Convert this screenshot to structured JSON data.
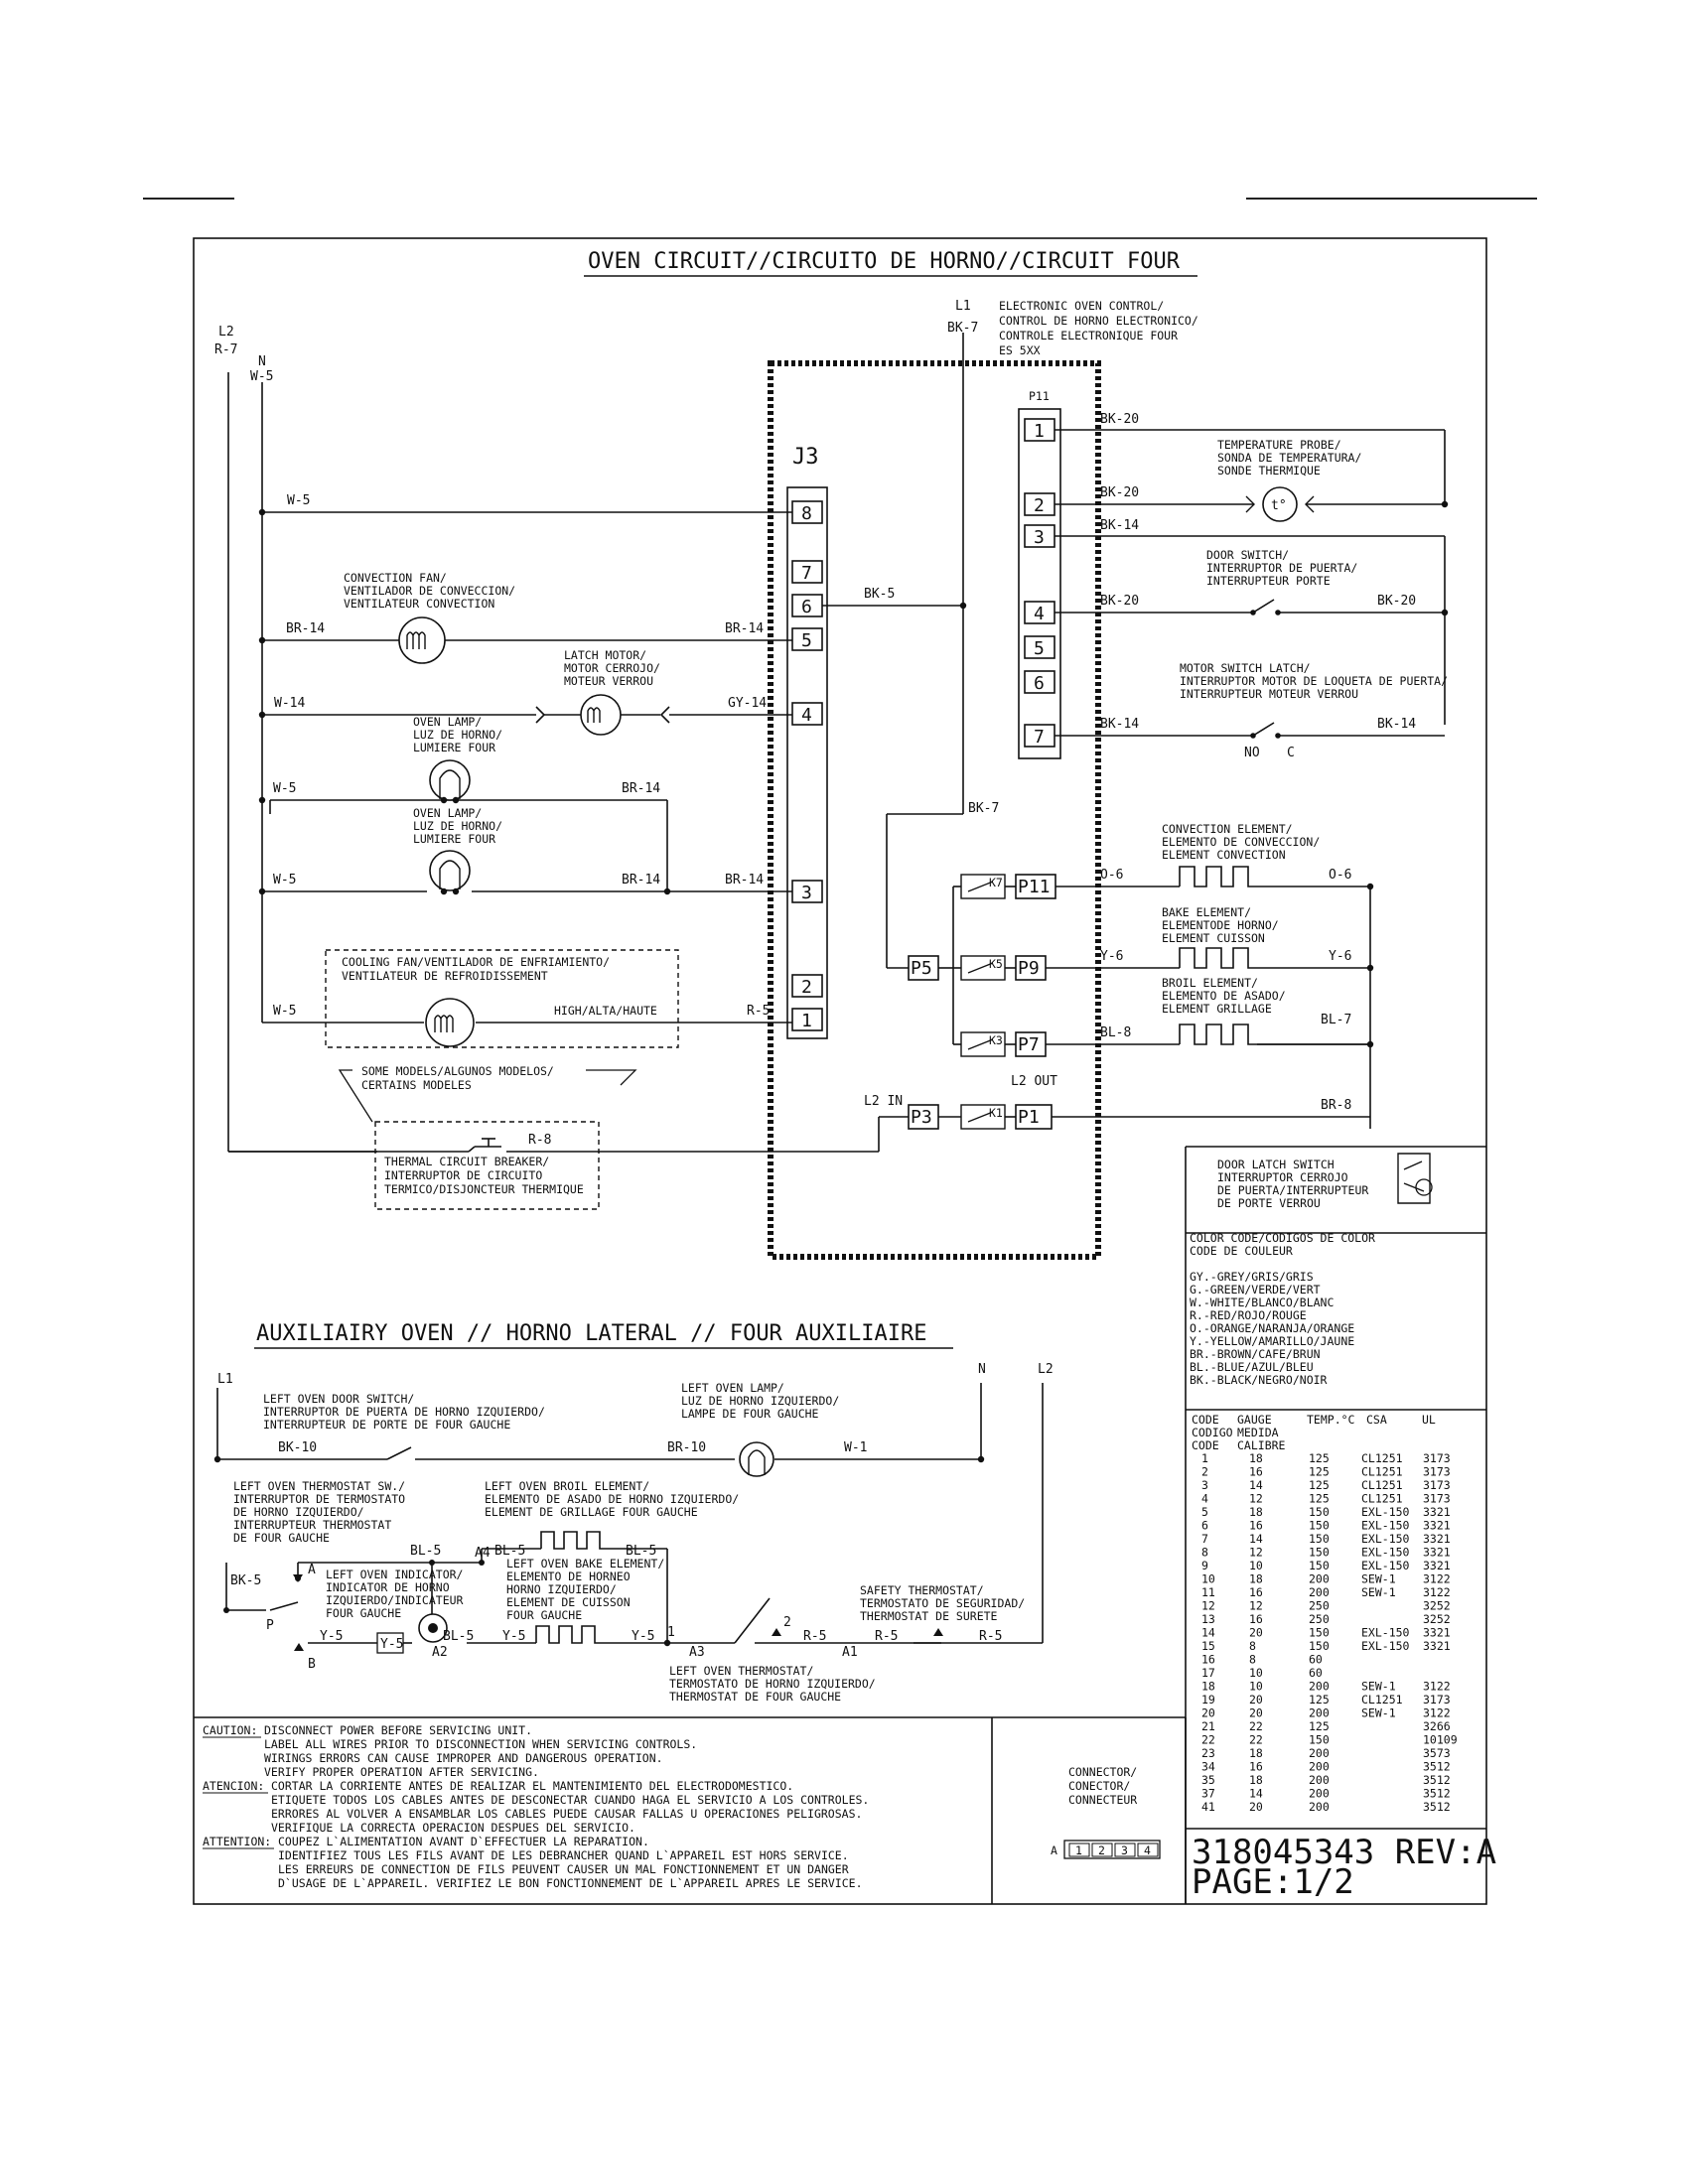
{
  "title": "OVEN CIRCUIT//CIRCUITO DE HORNO//CIRCUIT FOUR",
  "aux_title": "AUXILIAIRY OVEN  // HORNO LATERAL // FOUR AUXILIAIRE",
  "supply": {
    "l2": "L2",
    "l2_wire": "R-7",
    "n": "N",
    "n_wire": "W-5",
    "l1": "L1",
    "l1_wire": "BK-7"
  },
  "eoc_label": [
    "ELECTRONIC OVEN CONTROL/",
    "CONTROL DE HORNO ELECTRONICO/",
    "CONTROLE ELECTRONIQUE FOUR",
    "ES 5XX"
  ],
  "j3": {
    "label": "J3",
    "pins": [
      "8",
      "7",
      "6",
      "5",
      "4",
      "3",
      "2",
      "1"
    ]
  },
  "p11": {
    "label": "P11",
    "pins": [
      "1",
      "2",
      "3",
      "4",
      "5",
      "6",
      "7"
    ]
  },
  "relays": {
    "p5": "P5",
    "p3": "P3",
    "outputs": [
      "P11",
      "P9",
      "P7",
      "P1"
    ],
    "contacts": [
      "K7",
      "K5",
      "K3",
      "K1"
    ],
    "l2_in": "L2 IN",
    "l2_out": "L2 OUT"
  },
  "wires": {
    "w5_top": "W-5",
    "bk5": "BK-5",
    "br14_left": "BR-14",
    "br14_right": "BR-14",
    "w14": "W-14",
    "gy14": "GY-14",
    "w5_lamp1": "W-5",
    "br14_lamp1": "BR-14",
    "w5_lamp2": "W-5",
    "br14_lamp2": "BR-14",
    "br14_j3": "BR-14",
    "w5_fan": "W-5",
    "high": "HIGH/ALTA/HAUTE",
    "r5": "R-5",
    "bk7_mid": "BK-7",
    "r8": "R-8",
    "bk20_1": "BK-20",
    "bk20_2": "BK-20",
    "bk14_3": "BK-14",
    "bk20_4": "BK-20",
    "bk20_door": "BK-20",
    "bk14_7": "BK-14",
    "bk14_latch": "BK-14",
    "o6_left": "O-6",
    "o6_right": "O-6",
    "y6_left": "Y-6",
    "y6_right": "Y-6",
    "bl8": "BL-8",
    "bl7": "BL-7",
    "br8": "BR-8",
    "no": "NO",
    "c": "C"
  },
  "components": {
    "convection_fan": [
      "CONVECTION FAN/",
      "VENTILADOR DE CONVECCION/",
      "VENTILATEUR CONVECTION"
    ],
    "latch_motor": [
      "LATCH MOTOR/",
      "MOTOR CERROJO/",
      "MOTEUR VERROU"
    ],
    "oven_lamp1": [
      "OVEN LAMP/",
      "LUZ DE HORNO/",
      "LUMIERE FOUR"
    ],
    "oven_lamp2": [
      "OVEN LAMP/",
      "LUZ DE HORNO/",
      "LUMIERE FOUR"
    ],
    "cooling_fan": [
      "COOLING FAN/VENTILADOR DE ENFRIAMIENTO/",
      "VENTILATEUR DE REFROIDISSEMENT"
    ],
    "some_models": [
      "SOME MODELS/ALGUNOS MODELOS/",
      "CERTAINS MODELES"
    ],
    "thermal_breaker": [
      "THERMAL CIRCUIT BREAKER/",
      "INTERRUPTOR DE CIRCUITO",
      "TERMICO/DISJONCTEUR THERMIQUE"
    ],
    "temp_probe": [
      "TEMPERATURE PROBE/",
      "SONDA DE TEMPERATURA/",
      "SONDE THERMIQUE"
    ],
    "door_switch": [
      "DOOR SWITCH/",
      "INTERRUPTOR DE PUERTA/",
      "INTERRUPTEUR PORTE"
    ],
    "motor_switch_latch": [
      "MOTOR SWITCH LATCH/",
      "INTERRUPTOR MOTOR DE LOQUETA DE PUERTA/",
      "INTERRUPTEUR MOTEUR VERROU"
    ],
    "convection_element": [
      "CONVECTION ELEMENT/",
      "ELEMENTO DE CONVECCION/",
      "ELEMENT CONVECTION"
    ],
    "bake_element": [
      "BAKE ELEMENT/",
      "ELEMENTODE HORNO/",
      "ELEMENT CUISSON"
    ],
    "broil_element": [
      "BROIL ELEMENT/",
      "ELEMENTO DE ASADO/",
      "ELEMENT GRILLAGE"
    ],
    "probe_symbol": "t°"
  },
  "door_latch_switch": [
    "DOOR LATCH SWITCH",
    "INTERRUPTOR CERROJO",
    "DE PUERTA/INTERRUPTEUR",
    "DE PORTE VERROU"
  ],
  "color_code": {
    "heading": [
      "COLOR CODE/CODIGOS DE COLOR",
      "CODE DE COULEUR"
    ],
    "items": [
      "GY.-GREY/GRIS/GRIS",
      "G.-GREEN/VERDE/VERT",
      "W.-WHITE/BLANCO/BLANC",
      "R.-RED/ROJO/ROUGE",
      "O.-ORANGE/NARANJA/ORANGE",
      "Y.-YELLOW/AMARILLO/JAUNE",
      "BR.-BROWN/CAFE/BRUN",
      "BL.-BLUE/AZUL/BLEU",
      "BK.-BLACK/NEGRO/NOIR"
    ]
  },
  "gauge_table": {
    "headers": [
      "CODE",
      "GAUGE",
      "TEMP.°C",
      "CSA",
      "UL"
    ],
    "headers2": [
      "CODIGO",
      "MEDIDA",
      "CODE",
      "CALIBRE"
    ],
    "rows": [
      [
        "1",
        "18",
        "125",
        "CL1251",
        "3173"
      ],
      [
        "2",
        "16",
        "125",
        "CL1251",
        "3173"
      ],
      [
        "3",
        "14",
        "125",
        "CL1251",
        "3173"
      ],
      [
        "4",
        "12",
        "125",
        "CL1251",
        "3173"
      ],
      [
        "5",
        "18",
        "150",
        "EXL-150",
        "3321"
      ],
      [
        "6",
        "16",
        "150",
        "EXL-150",
        "3321"
      ],
      [
        "7",
        "14",
        "150",
        "EXL-150",
        "3321"
      ],
      [
        "8",
        "12",
        "150",
        "EXL-150",
        "3321"
      ],
      [
        "9",
        "10",
        "150",
        "EXL-150",
        "3321"
      ],
      [
        "10",
        "18",
        "200",
        "SEW-1",
        "3122"
      ],
      [
        "11",
        "16",
        "200",
        "SEW-1",
        "3122"
      ],
      [
        "12",
        "12",
        "250",
        "",
        "3252"
      ],
      [
        "13",
        "16",
        "250",
        "",
        "3252"
      ],
      [
        "14",
        "20",
        "150",
        "EXL-150",
        "3321"
      ],
      [
        "15",
        "8",
        "150",
        "EXL-150",
        "3321"
      ],
      [
        "16",
        "8",
        "60",
        "",
        ""
      ],
      [
        "17",
        "10",
        "60",
        "",
        ""
      ],
      [
        "18",
        "10",
        "200",
        "SEW-1",
        "3122"
      ],
      [
        "19",
        "20",
        "125",
        "CL1251",
        "3173"
      ],
      [
        "20",
        "20",
        "200",
        "SEW-1",
        "3122"
      ],
      [
        "21",
        "22",
        "125",
        "",
        "3266"
      ],
      [
        "22",
        "22",
        "150",
        "",
        "10109"
      ],
      [
        "23",
        "18",
        "200",
        "",
        "3573"
      ],
      [
        "34",
        "16",
        "200",
        "",
        "3512"
      ],
      [
        "35",
        "18",
        "200",
        "",
        "3512"
      ],
      [
        "37",
        "14",
        "200",
        "",
        "3512"
      ],
      [
        "41",
        "20",
        "200",
        "",
        "3512"
      ]
    ]
  },
  "aux": {
    "l1": "L1",
    "n": "N",
    "l2": "L2",
    "door_switch": [
      "LEFT OVEN DOOR SWITCH/",
      "INTERRUPTOR DE PUERTA DE HORNO IZQUIERDO/",
      "INTERRUPTEUR DE PORTE DE FOUR GAUCHE"
    ],
    "lamp": [
      "LEFT OVEN LAMP/",
      "LUZ DE HORNO IZQUIERDO/",
      "LAMPE DE FOUR GAUCHE"
    ],
    "thermostat_sw": [
      "LEFT OVEN THERMOSTAT SW./",
      "INTERRUPTOR DE TERMOSTATO",
      "DE HORNO IZQUIERDO/",
      "INTERRUPTEUR THERMOSTAT",
      "DE FOUR GAUCHE"
    ],
    "broil_element": [
      "LEFT OVEN BROIL ELEMENT/",
      "ELEMENTO DE ASADO DE HORNO IZQUIERDO/",
      "ELEMENT DE GRILLAGE FOUR GAUCHE"
    ],
    "indicator": [
      "LEFT OVEN INDICATOR/",
      "INDICATOR DE HORNO",
      "IZQUIERDO/INDICATEUR",
      "FOUR GAUCHE"
    ],
    "bake_element": [
      "LEFT OVEN BAKE ELEMENT/",
      "ELEMENTO DE HORNEO",
      "HORNO IZQUIERDO/",
      "ELEMENT DE CUISSON",
      "FOUR GAUCHE"
    ],
    "safety_thermostat": [
      "SAFETY THERMOSTAT/",
      "TERMOSTATO DE SEGURIDAD/",
      "THERMOSTAT DE SURETE"
    ],
    "left_thermostat": [
      "LEFT OVEN THERMOSTAT/",
      "TERMOSTATO DE HORNO IZQUIERDO/",
      "THERMOSTAT DE FOUR GAUCHE"
    ],
    "wires": {
      "bk10_a": "BK-10",
      "br10": "BR-10",
      "w1": "W-1",
      "bk5": "BK-5",
      "bl5_a": "BL-5",
      "bl5_b": "BL-5",
      "bl5_c": "BL-5",
      "bl5_d": "BL-5",
      "y5_a": "Y-5",
      "y5_b": "Y-5",
      "y5_c": "Y-5",
      "y5_d": "Y-5",
      "r5_a": "R-5",
      "r5_b": "R-5",
      "r5_c": "R-5"
    },
    "terminals": {
      "a": "A",
      "b": "B",
      "p": "P",
      "a1": "A1",
      "a2": "A2",
      "a3": "A3",
      "a4": "A4",
      "one": "1",
      "two": "2"
    }
  },
  "caution": {
    "en_head": "CAUTION:",
    "en": [
      "DISCONNECT POWER BEFORE SERVICING UNIT.",
      "LABEL ALL WIRES PRIOR TO DISCONNECTION WHEN SERVICING CONTROLS.",
      "WIRINGS ERRORS CAN CAUSE IMPROPER AND DANGEROUS OPERATION.",
      "VERIFY PROPER OPERATION AFTER SERVICING."
    ],
    "es_head": "ATENCION:",
    "es": [
      "CORTAR LA CORRIENTE ANTES DE REALIZAR EL MANTENIMIENTO DEL ELECTRODOMESTICO.",
      "ETIQUETE TODOS LOS CABLES ANTES DE DESCONECTAR CUANDO HAGA EL SERVICIO A LOS CONTROLES.",
      "ERRORES AL VOLVER A ENSAMBLAR LOS CABLES PUEDE CAUSAR FALLAS U OPERACIONES PELIGROSAS.",
      "VERIFIQUE LA CORRECTA OPERACION DESPUES DEL SERVICIO."
    ],
    "fr_head": "ATTENTION:",
    "fr": [
      "COUPEZ L`ALIMENTATION AVANT D`EFFECTUER LA REPARATION.",
      "IDENTIFIEZ TOUS LES FILS AVANT DE LES DEBRANCHER QUAND L`APPAREIL EST HORS SERVICE.",
      "LES ERREURS DE CONNECTION DE FILS PEUVENT CAUSER UN MAL FONCTIONNEMENT ET UN DANGER",
      "D`USAGE DE L`APPAREIL. VERIFIEZ LE BON FONCTIONNEMENT DE L`APPAREIL APRES LE SERVICE."
    ]
  },
  "connector": {
    "label": [
      "CONNECTOR/",
      "CONECTOR/",
      "CONNECTEUR"
    ],
    "prefix": "A",
    "pins": [
      "1",
      "2",
      "3",
      "4"
    ]
  },
  "doc_number": "318045343 REV:A",
  "page": "PAGE:1/2"
}
